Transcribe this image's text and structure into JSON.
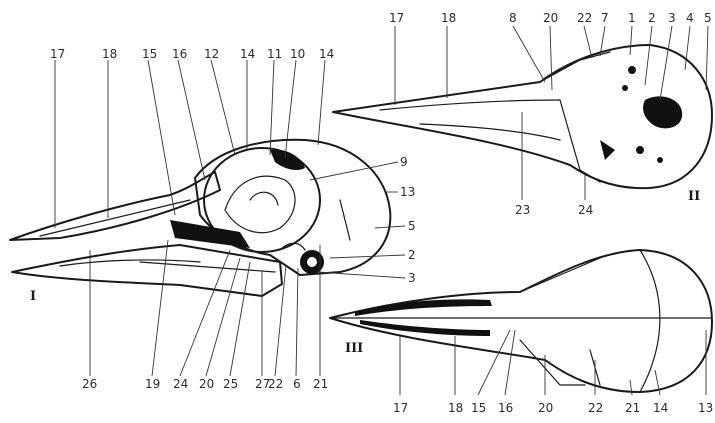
{
  "views": {
    "lateral": {
      "roman": "I",
      "top_labels": [
        "17",
        "18",
        "15",
        "16",
        "12",
        "14",
        "11",
        "10",
        "14"
      ],
      "right_labels": [
        "9",
        "13",
        "5",
        "2",
        "3"
      ],
      "bottom_labels": [
        "26",
        "19",
        "24",
        "20",
        "25",
        "27",
        "22",
        "6",
        "21"
      ]
    },
    "dorsal": {
      "roman": "II",
      "top_labels": [
        "17",
        "18",
        "8",
        "20",
        "22",
        "7",
        "1",
        "2",
        "3",
        "4",
        "5"
      ],
      "bottom_labels": [
        "23",
        "24"
      ]
    },
    "ventral": {
      "roman": "III",
      "bottom_labels": [
        "17",
        "18",
        "15",
        "16",
        "20",
        "22",
        "21",
        "14",
        "13"
      ]
    }
  }
}
